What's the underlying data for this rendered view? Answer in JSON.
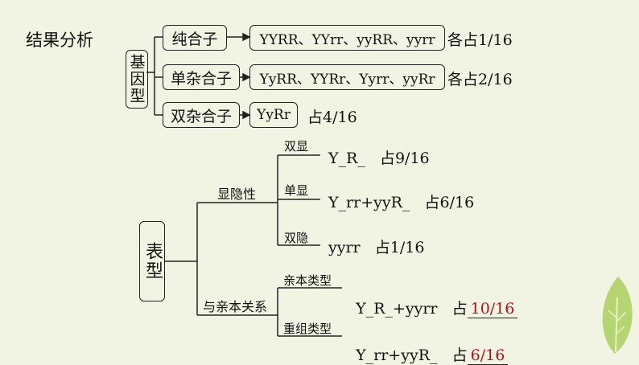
{
  "title": "结果分析",
  "genotype": {
    "label": "基因型",
    "rows": [
      {
        "type": "纯合子",
        "genes": "YYRR、YYrr、yyRR、yyrr",
        "ratio": "各占1/16"
      },
      {
        "type": "单杂合子",
        "genes": "YyRR、YYRr、Yyrr、yyRr",
        "ratio": "各占2/16"
      },
      {
        "type": "双杂合子",
        "genes": "YyRr",
        "ratio": "占4/16"
      }
    ]
  },
  "phenotype": {
    "label": "表型",
    "dominance": {
      "label": "显隐性",
      "items": [
        {
          "label": "双显",
          "text": "Y_R_   占9/16"
        },
        {
          "label": "单显",
          "text": "Y_rr+yyR_   占6/16"
        },
        {
          "label": "双隐",
          "text": "yyrr   占1/16"
        }
      ]
    },
    "parental": {
      "label": "与亲本关系",
      "items": [
        {
          "label": "亲本类型",
          "text": "Y_R_+yyrr   占",
          "answer": "10/16"
        },
        {
          "label": "重组类型",
          "text": "Y_rr+yyR_   占",
          "answer": "6/16"
        }
      ]
    }
  }
}
